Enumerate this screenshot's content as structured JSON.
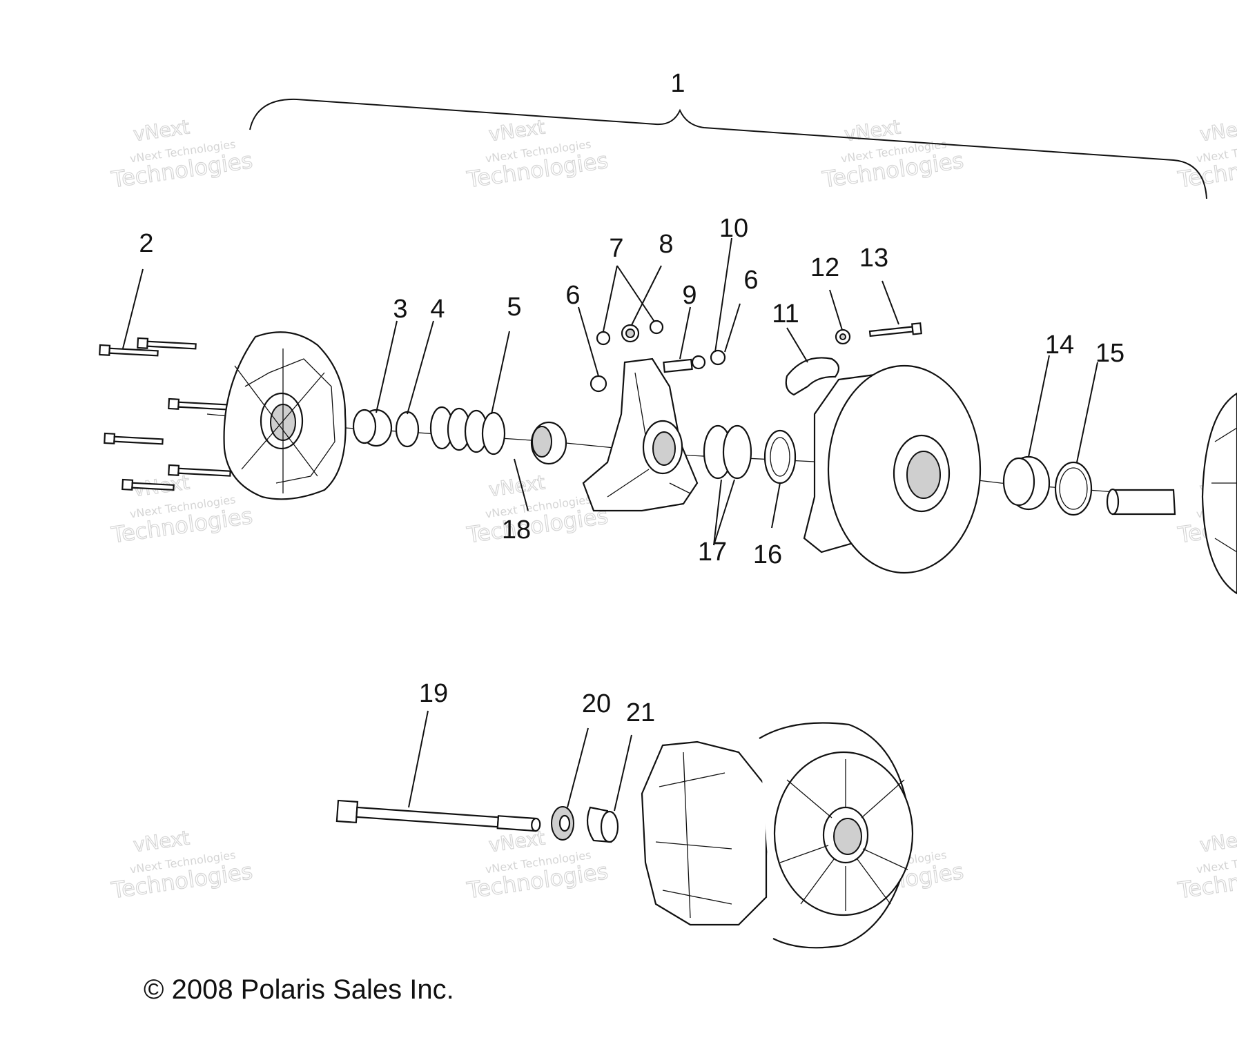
{
  "watermark": {
    "line1": "vNext",
    "line2": "vNext Technologies",
    "line3": "Technologies"
  },
  "copyright": "© 2008 Polaris Sales Inc.",
  "callouts": [
    {
      "id": "1",
      "label": "1"
    },
    {
      "id": "2",
      "label": "2"
    },
    {
      "id": "3",
      "label": "3"
    },
    {
      "id": "4",
      "label": "4"
    },
    {
      "id": "5",
      "label": "5"
    },
    {
      "id": "6a",
      "label": "6"
    },
    {
      "id": "6b",
      "label": "6"
    },
    {
      "id": "7",
      "label": "7"
    },
    {
      "id": "8",
      "label": "8"
    },
    {
      "id": "9",
      "label": "9"
    },
    {
      "id": "10",
      "label": "10"
    },
    {
      "id": "11",
      "label": "11"
    },
    {
      "id": "12",
      "label": "12"
    },
    {
      "id": "13",
      "label": "13"
    },
    {
      "id": "14",
      "label": "14"
    },
    {
      "id": "15",
      "label": "15"
    },
    {
      "id": "16",
      "label": "16"
    },
    {
      "id": "17",
      "label": "17"
    },
    {
      "id": "18",
      "label": "18"
    },
    {
      "id": "19",
      "label": "19"
    },
    {
      "id": "20",
      "label": "20"
    },
    {
      "id": "21",
      "label": "21"
    }
  ]
}
